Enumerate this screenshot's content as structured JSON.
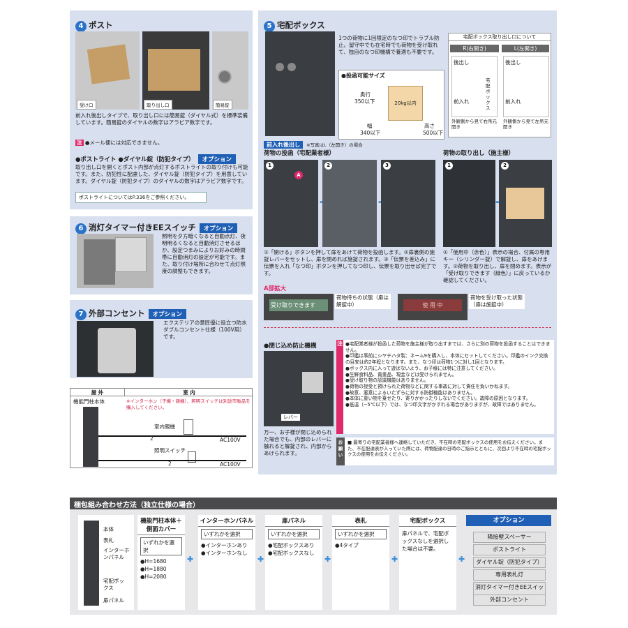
{
  "s4": {
    "num": "4",
    "title": "ポスト",
    "caps": [
      "受け口",
      "取り出し口",
      "簡易錠"
    ],
    "desc": "前入れ後出しタイプで、取り出し口には簡易錠（ダイヤル式）を標準装備しています。簡易錠のダイヤルの数字はアラビア数字です。",
    "note_mark": "注",
    "note": "●メール便には対応できません。",
    "sub_title": "●ポストライト ●ダイヤル錠（防犯タイプ）",
    "option": "オプション",
    "sub_desc": "取り出し口を開くとポスト内部が点灯するポストライトの取り付けも可能です。また、防犯性に配慮した、ダイヤル錠（防犯タイプ）を用意しています。ダイヤル錠（防犯タイプ）のダイヤルの数字はアラビア数字です。",
    "ref": "ポストライトについてはP.336をご参照ください。"
  },
  "s6": {
    "num": "6",
    "title": "消灯タイマー付きEEスイッチ",
    "option": "オプション",
    "desc": "照明を夕方暗くなると自動点灯、夜明明るくなると自動消灯させるほか、設定つまみによりお好みの時間帯に自動消灯の設定が可能です。また、取り付け場所に合わせて点灯照度の調整もできます。"
  },
  "s7": {
    "num": "7",
    "title": "外部コンセント",
    "option": "オプション",
    "desc": "エクステリアの意匠優に役立つ防水ダブルコンセント仕様（100V用）です。"
  },
  "wiring": {
    "outside": "屋 外",
    "inside": "室 内",
    "unit": "機能門柱本体",
    "note": "※インターホン（子機・親機）、照明スイッチは別途市販品を購入してください。",
    "intercom": "室内親機",
    "switch": "照明スイッチ",
    "ac1": "AC100V",
    "ac2": "AC100V",
    "w1": "2",
    "w2": "2"
  },
  "s5": {
    "num": "5",
    "title": "宅配ボックス",
    "desc": "1つの荷物に1回限定のなつ印でトラブル防止。留守中でも在宅時でも荷物を受け取れて、独自のなつ印機構で養適も不要です。",
    "size_title": "●投函可能サイズ",
    "depth_label": "奥行",
    "depth_val": "350以下",
    "width_label": "幅",
    "width_val": "340以下",
    "height_label": "高さ",
    "height_val": "500以下",
    "weight": "20kg以内",
    "takeout_title": "宅配ボックス取り出し口について",
    "r_label": "R(右開き)",
    "l_label": "L(左開き)",
    "back_out": "後出し",
    "front_in": "前入れ",
    "box_label": "宅配ボックス",
    "r_cap": "外観側から見て右吊元開き",
    "l_cap": "外観側から見て左吊元開き"
  },
  "flow": {
    "badge": "前入れ後出し",
    "photo_note": "※写真はL（左開き）の場合",
    "left_title": "荷物の投函（宅配業者様）",
    "right_title": "荷物の取り出し（施主様）",
    "steps_left": [
      "1",
      "2",
      "3"
    ],
    "steps_right": [
      "1",
      "2"
    ],
    "marker": "A",
    "left_text": "①「開ける」ボタンを押して扉をあけて荷物を投函します。②扉裏側の施錠レバーをセットし、扉を閉めれば施錠されます。③「伝票を差込み」に伝票を入れ「なつ印」ボタンを押してなつ印し、伝票を取り出せば完了です。",
    "right_text": "①「使用中（赤色）」表示の場合、付属の専用キー（シリンダー錠）で解錠し、扉をあけます。②荷物を取り出し、扉を閉めます。表示が「受け取りできます（緑色）」に戻っているか確認してください。"
  },
  "zoom": {
    "title": "A部拡大",
    "green": "受け取りできます",
    "green_note": "荷物待ちの状態（扉は解錠中）",
    "red": "使 用 中",
    "red_note": "荷物を受け取った状態（扉は施錠中）"
  },
  "lock": {
    "title": "●閉じ込め防止機構",
    "lever": "レバー",
    "desc": "万一、お子様が閉じ込められた場合でも、内部のレバーに触れると解錠され、内部からあけられます。"
  },
  "warn": {
    "mark": "注",
    "items": [
      "●宅配業者様が投函した荷物を施主様が取り出すまでは、さらに別の荷物を投函することはできません。",
      "●印鑑は事前にシヤチハタ製：ネーム9を購入し、本体にセットしてください。印鑑のインク交換の目安は約2年程となります。また、なつ印は荷物1つに対し1回となります。",
      "●ボックス内に入って遊ばないよう、お子様には特に注意してください。",
      "●生鮮食料品、貴重品、現金などは受けられません。",
      "●受け取り物の認識機能はありません。",
      "●荷物の授受と預けられた荷物などに関する事故に対して責任を負いかねます。",
      "●故意、悪意によるいたずらに対する防御機能はありません。",
      "●本体に重い物を乗せたり、寄りかかったりしないでください。故障の原因となります。",
      "●低温（−5℃以下）では、なつ印文字がかすれる場合がありますが、故障ではありません。"
    ],
    "req_mark": "お願い",
    "req": "■ 最寄りの宅配業者様へ連絡していただき、不在時の宅配ボックスの使用をお伝えください。また、不在配達表が入っていた際には、荷物配達の日時のご指示とともに、次回より不在時の宅配ボックスの使用をお伝えください。"
  },
  "combo": {
    "title": "梱包組み合わせ方法（独立仕様の場合）",
    "labels": [
      "本体",
      "表札",
      "インターホンパネル",
      "宅配ボックス",
      "扉パネル"
    ],
    "cols": [
      {
        "head": "機能門柱本体＋側面カバー",
        "sel": "いずれかを選択",
        "items": [
          "●H=1680",
          "●H=1880",
          "●H=2080"
        ]
      },
      {
        "head": "インターホンパネル",
        "sel": "いずれかを選択",
        "items": [
          "●インターホンあり",
          "●インターホンなし"
        ]
      },
      {
        "head": "扉パネル",
        "sel": "いずれかを選択",
        "items": [
          "●宅配ボックスあり",
          "●宅配ボックスなし"
        ]
      },
      {
        "head": "表札",
        "sel": "いずれかを選択",
        "items": [
          "●4タイプ"
        ]
      },
      {
        "head": "宅配ボックス",
        "sel": "",
        "items": [
          "扉パネルで、宅配ボックスなしを選択した場合は不要。"
        ]
      }
    ],
    "option_head": "オプション",
    "options": [
      "隣接壁スペーサー",
      "ポストライト",
      "ダイヤル錠（防犯タイプ）",
      "専用表札灯",
      "消灯タイマー付きEEスイッチ",
      "外部コンセント"
    ]
  }
}
